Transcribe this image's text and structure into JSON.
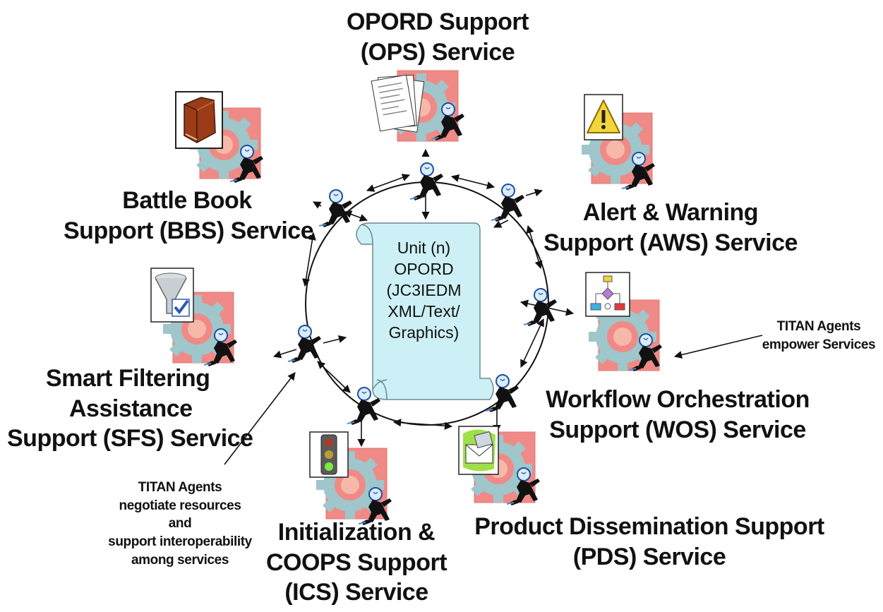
{
  "center": {
    "lines": [
      "Unit (n)",
      "OPORD",
      "(JC3IEDM",
      "XML/Text/",
      "Graphics)"
    ]
  },
  "services": {
    "ops": [
      "OPORD Support",
      "(OPS) Service"
    ],
    "bbs": [
      "Battle Book",
      "Support (BBS) Service"
    ],
    "aws": [
      "Alert & Warning",
      "Support (AWS) Service"
    ],
    "sfs": [
      "Smart Filtering",
      "Assistance",
      "Support (SFS) Service"
    ],
    "wos": [
      "Workflow Orchestration",
      "Support (WOS) Service"
    ],
    "ics": [
      "Initialization &",
      "COOPS Support",
      "(ICS) Service"
    ],
    "pds": [
      "Product Dissemination Support",
      "(PDS) Service"
    ]
  },
  "annotations": {
    "empower": [
      "TITAN Agents",
      "empower Services"
    ],
    "negotiate": [
      "TITAN Agents",
      "negotiate resources",
      "and",
      "support interoperability",
      "among services"
    ]
  },
  "colors": {
    "scroll_fill": "#ccf0f5",
    "scroll_stroke": "#6a8a90",
    "gear": "#9ec4c8",
    "tile": "#ee8884",
    "agent": "#111111"
  },
  "icons": {
    "ops": "document-stack-icon",
    "bbs": "book-icon",
    "aws": "warning-icon",
    "sfs": "funnel-check-icon",
    "wos": "flowchart-icon",
    "ics": "traffic-light-icon",
    "pds": "envelope-icon"
  }
}
